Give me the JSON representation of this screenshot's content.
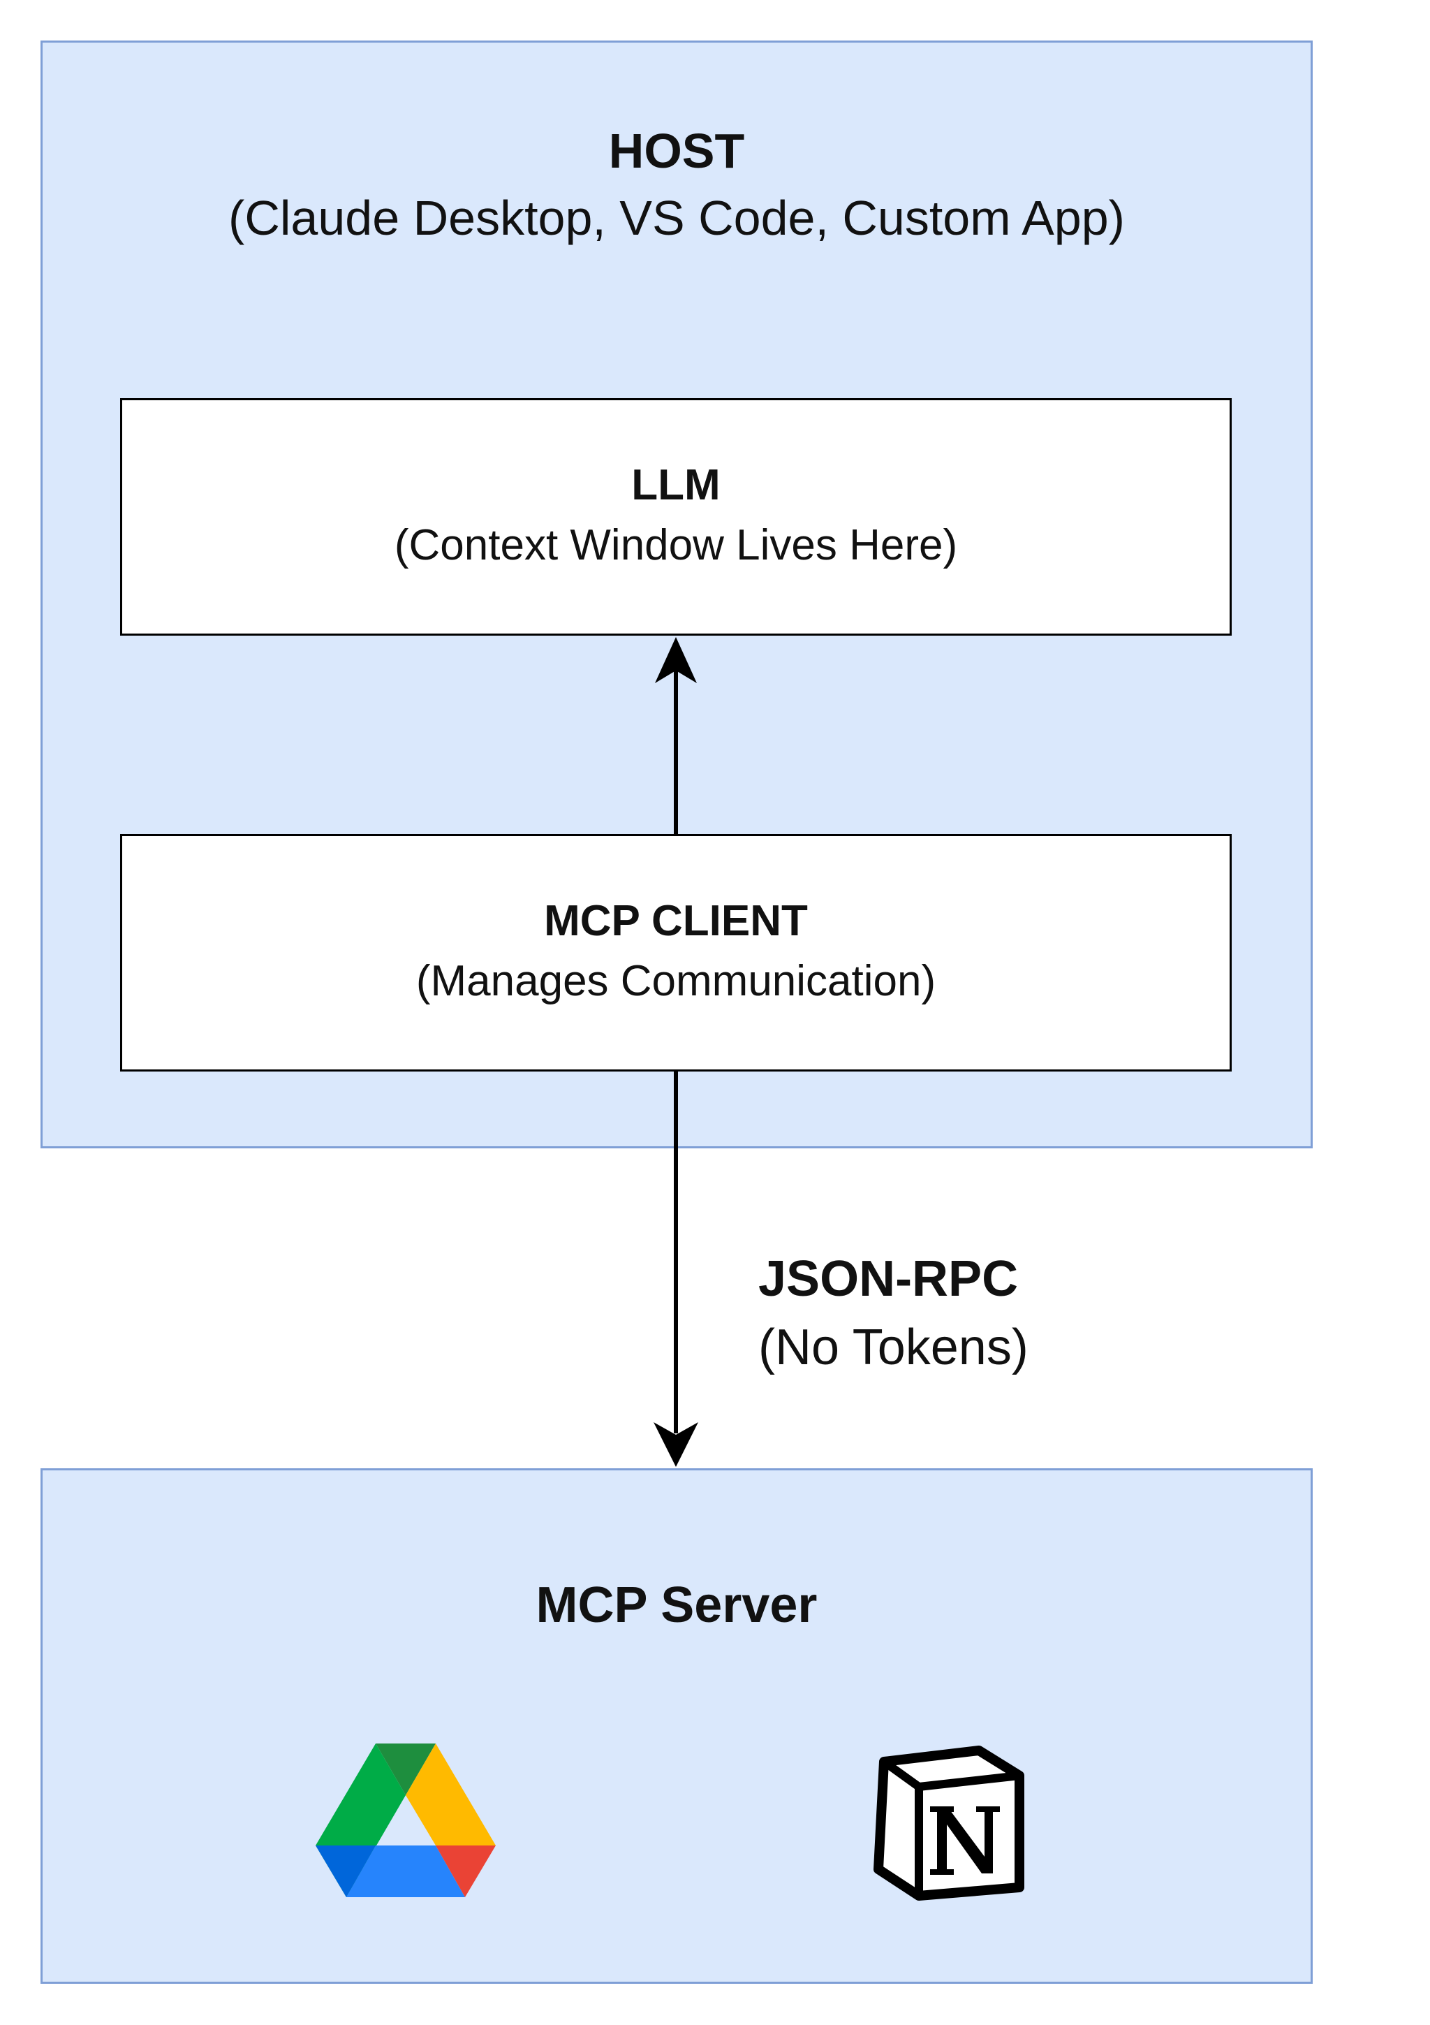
{
  "host": {
    "title": "HOST",
    "subtitle": "(Claude Desktop, VS Code, Custom App)"
  },
  "llm": {
    "title": "LLM",
    "subtitle": "(Context Window Lives Here)"
  },
  "client": {
    "title": "MCP CLIENT",
    "subtitle": "(Manages Communication)"
  },
  "connection": {
    "title": "JSON-RPC",
    "subtitle": "(No Tokens)"
  },
  "server": {
    "title": "MCP Server",
    "icons": [
      "google-drive-icon",
      "notion-icon"
    ]
  },
  "colors": {
    "container_fill": "#dae8fc",
    "container_border": "#7f9fd6",
    "box_fill": "#ffffff",
    "line": "#000000"
  }
}
